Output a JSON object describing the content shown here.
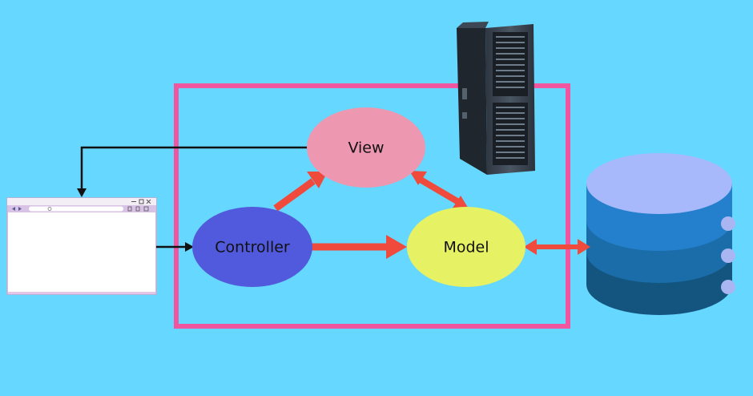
{
  "diagram": {
    "nodes": {
      "view": {
        "label": "View"
      },
      "controller": {
        "label": "Controller"
      },
      "model": {
        "label": "Model"
      }
    },
    "icons": {
      "browser": "browser-window-icon",
      "server": "server-tower-icon",
      "database": "database-icon"
    }
  },
  "colors": {
    "background": "#66D7FE",
    "frame": "#F255A0",
    "view_fill": "#EE97B0",
    "controller_fill": "#5159DD",
    "model_fill": "#E6F163",
    "arrow_red": "#F04A3C",
    "arrow_black": "#111111",
    "db_top": "#A7B9FB",
    "db_layer1": "#2480CC",
    "db_layer2": "#1A6DA8",
    "db_layer3": "#13557F",
    "db_dots": "#A9B6F2"
  }
}
